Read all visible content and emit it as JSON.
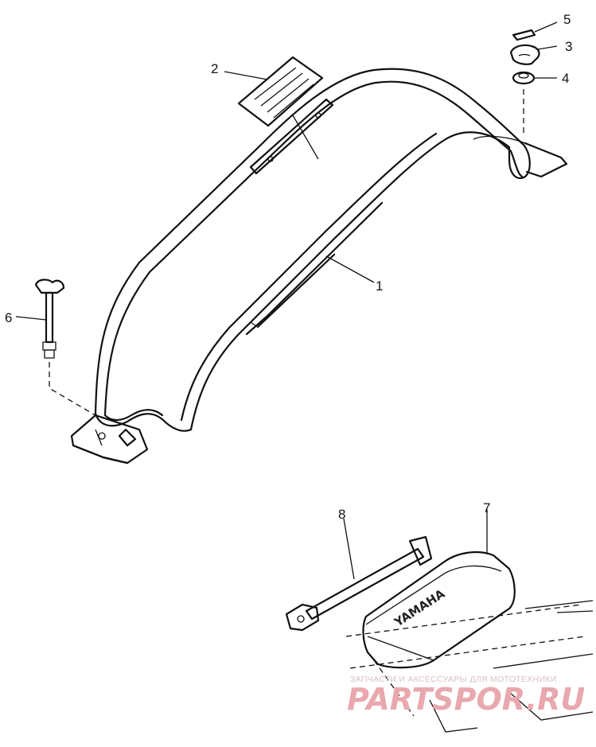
{
  "callouts": [
    {
      "id": "1",
      "text": "1"
    },
    {
      "id": "2",
      "text": "2"
    },
    {
      "id": "3",
      "text": "3"
    },
    {
      "id": "4",
      "text": "4"
    },
    {
      "id": "5",
      "text": "5"
    },
    {
      "id": "6",
      "text": "6"
    },
    {
      "id": "7",
      "text": "7"
    },
    {
      "id": "8",
      "text": "8"
    }
  ],
  "toolbox_brand": "YAMAHA",
  "watermark": {
    "caption": "ЗАПЧАСТИ И АКСЕССУАРЫ ДЛЯ МОТОТЕХНИКИ",
    "site": "PARTSPOR.RU",
    "color": "#e8a8ae"
  }
}
